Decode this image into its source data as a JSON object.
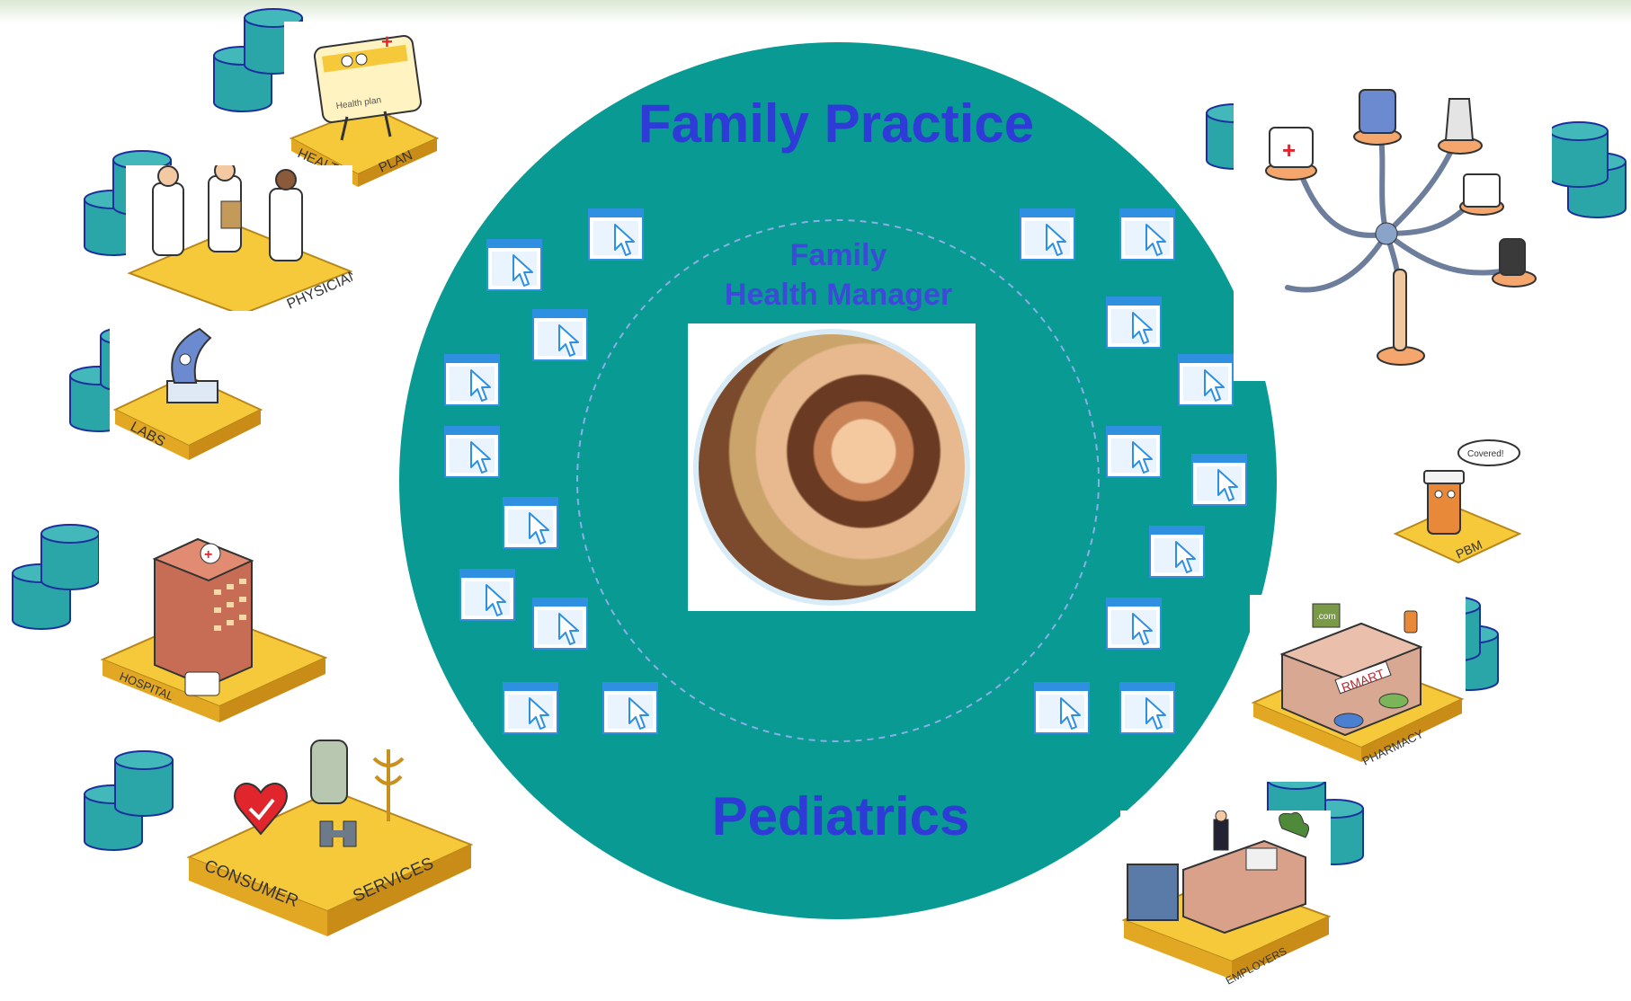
{
  "diagram": {
    "outer_title": "Family Practice",
    "bottom_title": "Pediatrics",
    "center_title": [
      "Family",
      "Health Manager"
    ],
    "stakeholders": [
      {
        "key": "health-plan",
        "label_left": "HEALTH",
        "label_right": "PLAN",
        "card_text": "Health plan"
      },
      {
        "key": "physicians",
        "label": "PHYSICIANS"
      },
      {
        "key": "labs",
        "label": "LABS"
      },
      {
        "key": "hospital",
        "label": "HOSPITAL"
      },
      {
        "key": "consumer-services",
        "label_left": "CONSUMER",
        "label_right": "SERVICES"
      },
      {
        "key": "devices"
      },
      {
        "key": "pbm",
        "label": "PBM",
        "bubble": "Covered!"
      },
      {
        "key": "pharmacy",
        "label": "PHARMACY",
        "sign": "RMART",
        "screen": ".com"
      },
      {
        "key": "employers",
        "label": "EMPLOYERS"
      }
    ],
    "colors": {
      "ring": "#089a93",
      "title_text": "#2e3bd6",
      "database": "#2aa5a8",
      "database_edge": "#1a2f9e",
      "platform": "#f6c93a",
      "window_icon": "#2f8fe0"
    }
  }
}
